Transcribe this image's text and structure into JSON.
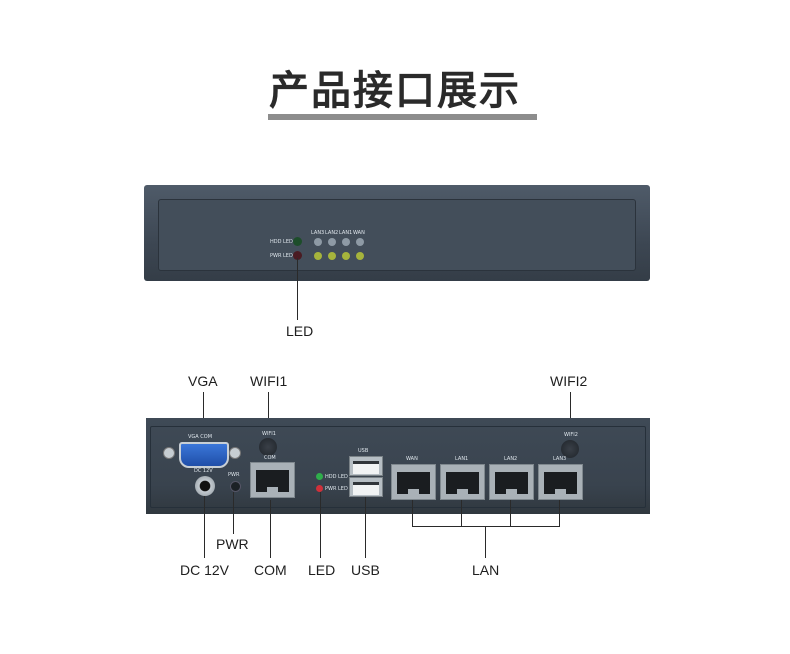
{
  "page_title": "产品接口展示",
  "front": {
    "callout_led": "LED",
    "hdd_led": "HDD LED",
    "pwr_led": "PWR LED",
    "ports": [
      "LAN3",
      "LAN2",
      "LAN1",
      "WAN"
    ]
  },
  "back": {
    "callouts": {
      "vga": "VGA",
      "wifi1": "WIFI1",
      "wifi2": "WIFI2",
      "pwr": "PWR",
      "dc": "DC 12V",
      "com": "COM",
      "led": "LED",
      "usb": "USB",
      "lan": "LAN"
    },
    "silk": {
      "vga_com": "VGA COM",
      "wifi1": "WIFI1",
      "wifi2": "WIFI2",
      "dc": "DC  12V",
      "pwr": "PWR",
      "com": "COM",
      "usb": "USB",
      "hdd_led": "HDD LED",
      "pwr_led": "PWR LED",
      "wan": "WAN",
      "lan1": "LAN1",
      "lan2": "LAN2",
      "lan3": "LAN3"
    }
  }
}
